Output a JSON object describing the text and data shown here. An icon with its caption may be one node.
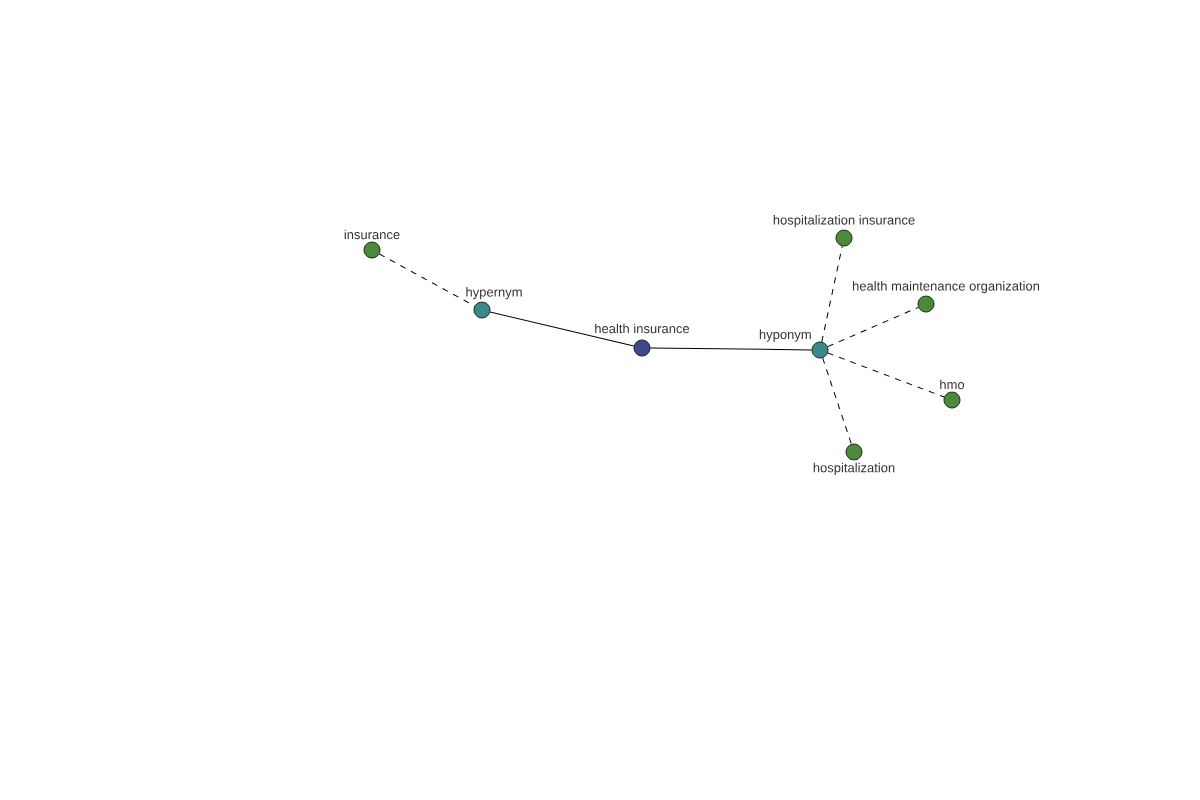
{
  "diagram": {
    "nodes": [
      {
        "text": [
          "insurance"
        ]
      },
      {
        "text": [
          "hypernym"
        ]
      },
      {
        "text": [
          "health insurance"
        ]
      },
      {
        "text": [
          "hyponym"
        ]
      },
      {
        "text": [
          "hospitalization insurance"
        ]
      },
      {
        "text": [
          "health maintenance organization"
        ]
      },
      {
        "text": [
          "hmo"
        ]
      },
      {
        "text": [
          "hospitalization"
        ]
      }
    ],
    "edges": [
      {
        "from": 0,
        "to": 1,
        "arrow": "none",
        "style": "dashed"
      },
      {
        "from": 1,
        "to": 2,
        "arrow": "none"
      },
      {
        "from": 2,
        "to": 3,
        "arrow": "none"
      },
      {
        "from": 3,
        "to": 4,
        "arrow": "none",
        "style": "dashed"
      },
      {
        "from": 3,
        "to": 5,
        "arrow": "none",
        "style": "dashed"
      },
      {
        "from": 3,
        "to": 6,
        "arrow": "none",
        "style": "dashed"
      },
      {
        "from": 3,
        "to": 7,
        "arrow": "none",
        "style": "dashed"
      }
    ]
  }
}
